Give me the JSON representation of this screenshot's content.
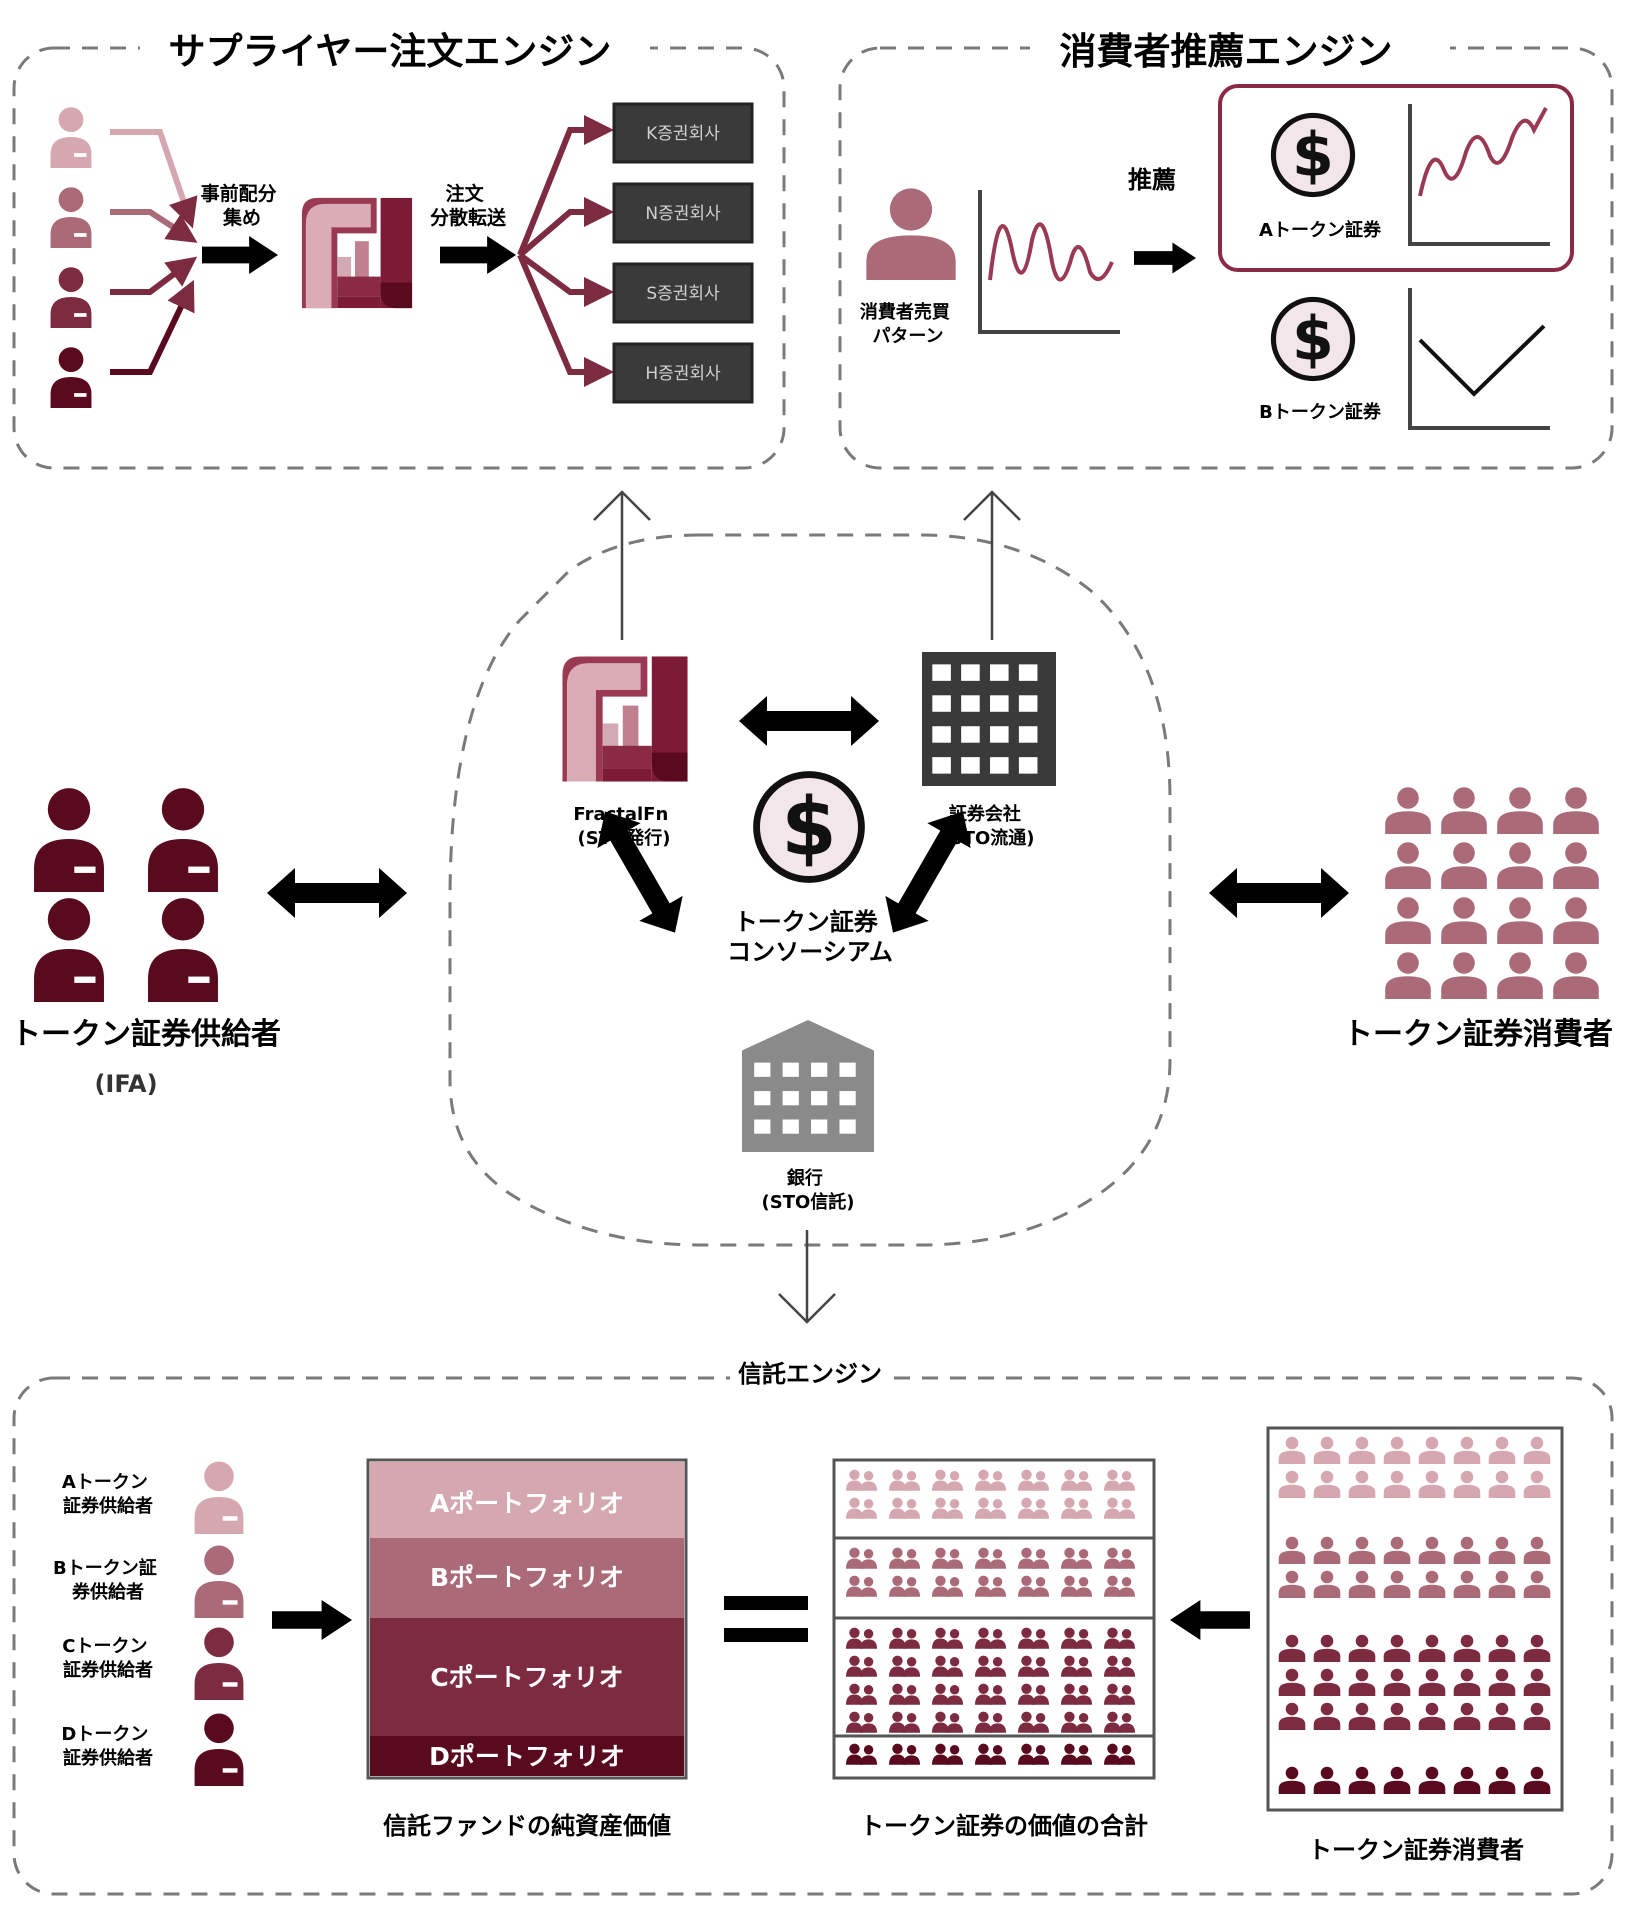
{
  "supplier_engine": {
    "title": "サプライヤー注文エンジン",
    "collect_label": [
      "事前配分",
      "集め"
    ],
    "distribute_label": [
      "注文",
      "分散転送"
    ],
    "brokers": [
      "K증권회사",
      "N증권회사",
      "S증권회사",
      "H증권회사"
    ]
  },
  "recommend_engine": {
    "title": "消費者推薦エンジン",
    "pattern_label": [
      "消費者売買",
      "パターン"
    ],
    "recommend_label": "推薦",
    "token_a": "Aトークン証券",
    "token_b": "Bトークン証券"
  },
  "consortium": {
    "fractal_label": [
      "FractalFn",
      "(STO発行)"
    ],
    "securities_label": [
      "証券会社",
      "(STO流通)"
    ],
    "center_label": [
      "トークン証券",
      "コンソーシアム"
    ],
    "bank_label": [
      "銀行",
      "(STO信託)"
    ]
  },
  "supplier_side": {
    "title": "トークン証券供給者",
    "subtitle": "(IFA)"
  },
  "consumer_side": {
    "title": "トークン証券消費者"
  },
  "trust_engine": {
    "title": "信託エンジン",
    "suppliers": [
      [
        "Aトークン",
        "証券供給者"
      ],
      [
        "Bトークン証",
        "券供給者"
      ],
      [
        "Cトークン",
        "証券供給者"
      ],
      [
        "Dトークン",
        "証券供給者"
      ]
    ],
    "portfolios": [
      "Aポートフォリオ",
      "Bポートフォリオ",
      "Cポートフォリオ",
      "Dポートフォリオ"
    ],
    "nav_caption": "信託ファンドの純資産価値",
    "token_sum_caption": "トークン証券の価値の合計",
    "consumers_caption": "トークン証券消費者"
  },
  "colors": {
    "tier1": "#d5a7b0",
    "tier2": "#aa6a78",
    "tier3": "#7d2b40",
    "tier4": "#5a0a1e",
    "dark": "#3a3a3a",
    "bank": "#8a8a8a"
  },
  "icons": [
    "person-icon",
    "fractalfn-logo-icon",
    "building-icon",
    "bank-icon",
    "dollar-coin-icon",
    "line-chart-icon",
    "arrow-icon"
  ]
}
